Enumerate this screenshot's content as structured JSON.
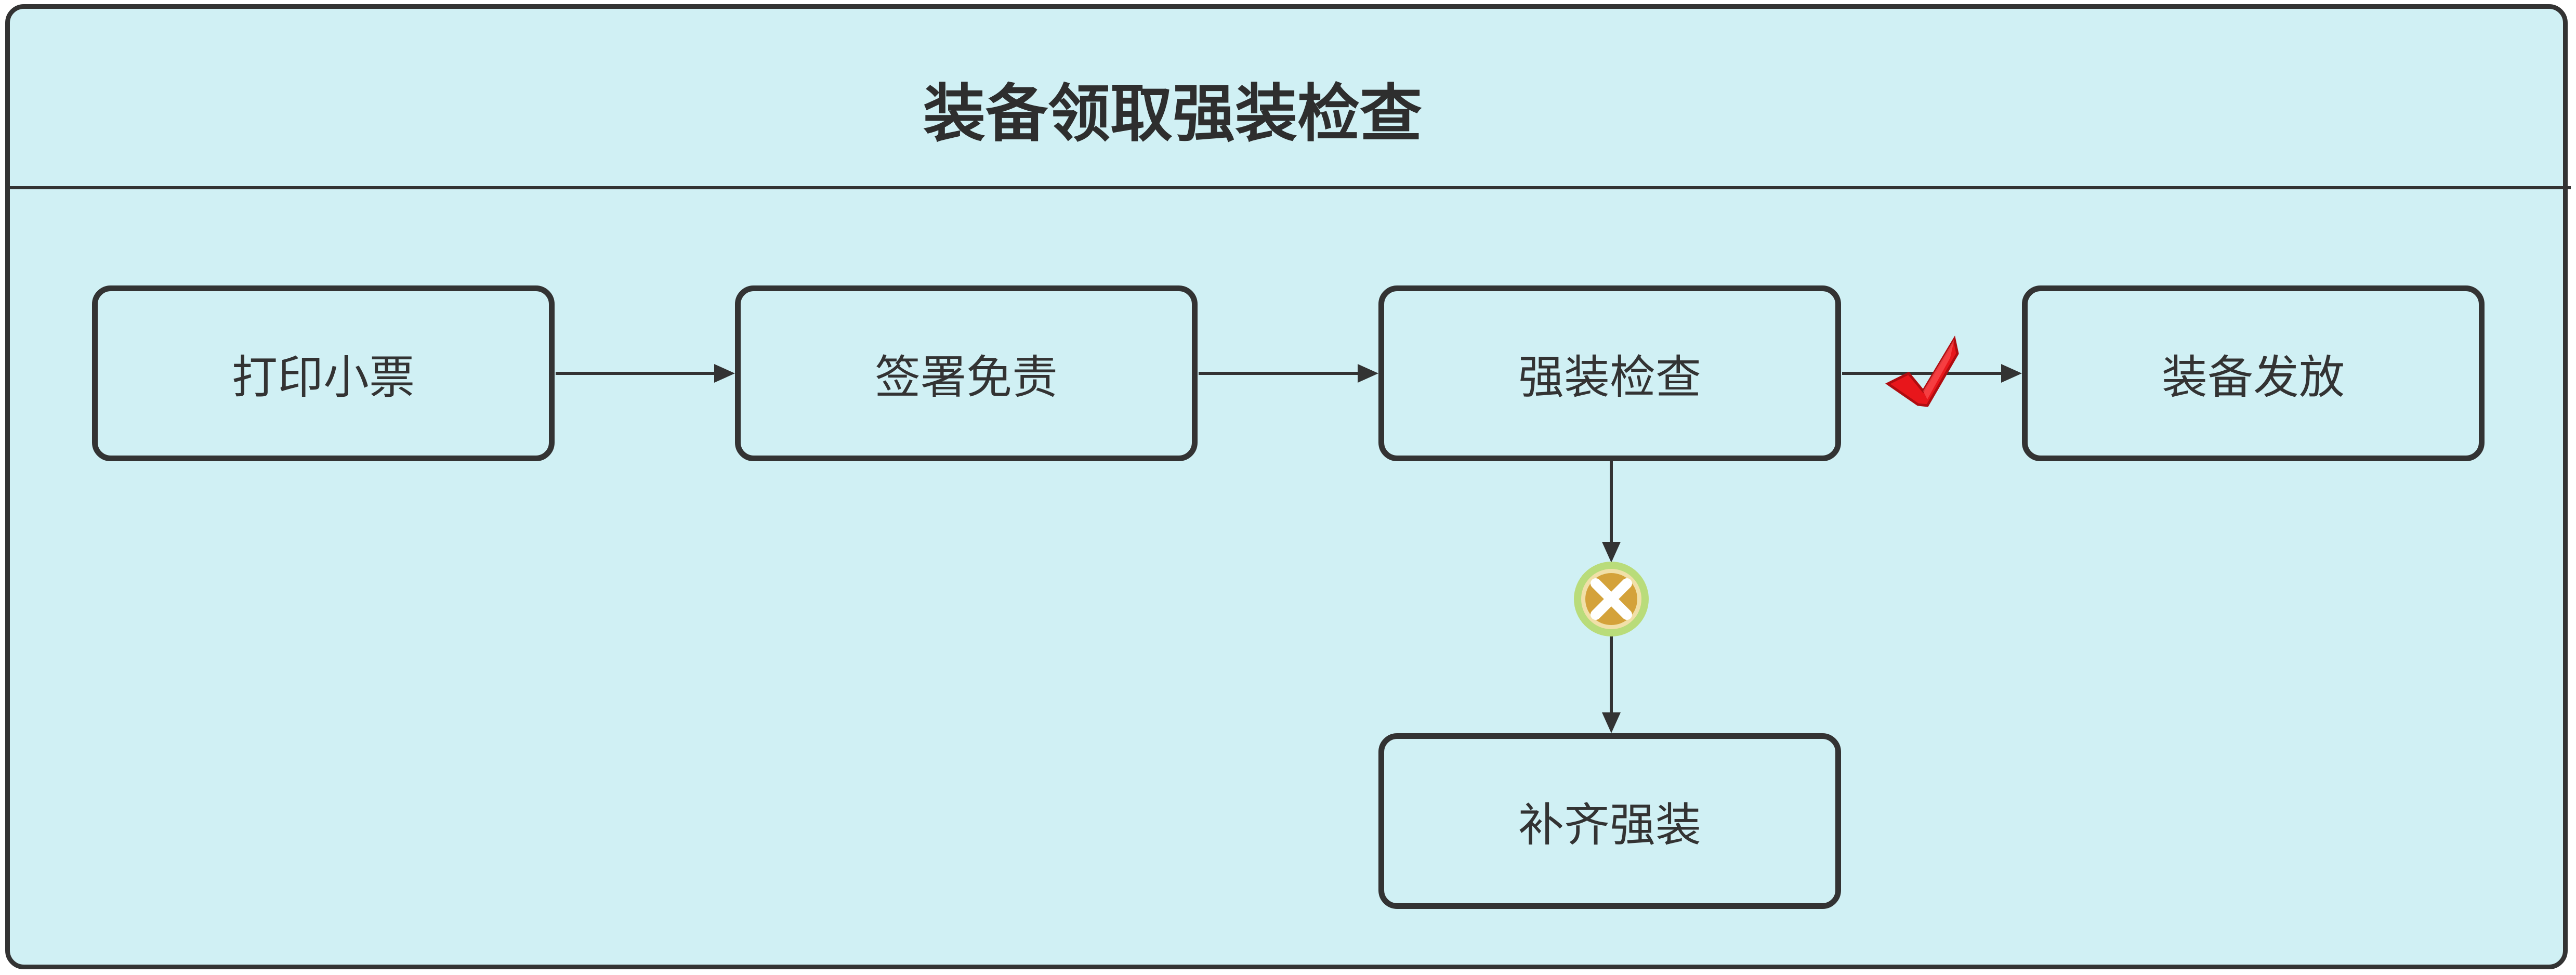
{
  "title": "装备领取强装检查",
  "nodes": {
    "print_ticket": "打印小票",
    "sign_waiver": "签署免责",
    "gear_check": "强装检查",
    "issue_gear": "装备发放",
    "complete_gear": "补齐强装"
  },
  "icons": {
    "pass": "checkmark-icon",
    "fail": "x-circle-icon"
  },
  "colors": {
    "background": "#d0f0f4",
    "border": "#333333",
    "pass": "#e8161b",
    "fail_fill": "#d4a23a",
    "fail_ring": "#b9dc7a"
  }
}
